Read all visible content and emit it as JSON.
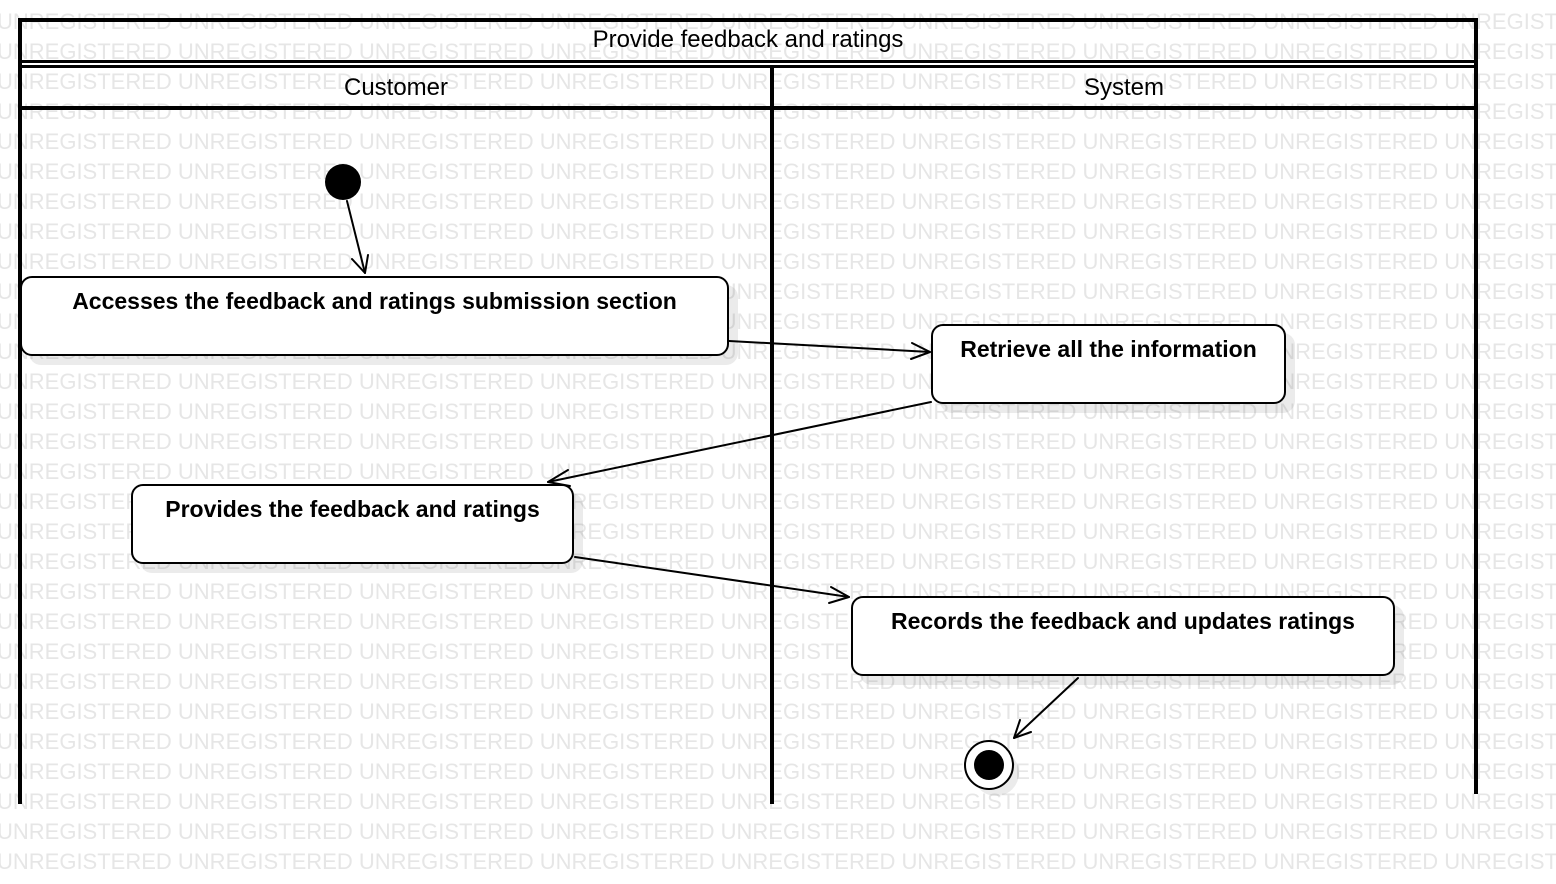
{
  "diagram": {
    "title": "Provide feedback and ratings",
    "lanes": [
      "Customer",
      "System"
    ],
    "actions": [
      {
        "id": "a1",
        "label": "Accesses the feedback and ratings submission section",
        "lane": "Customer"
      },
      {
        "id": "a2",
        "label": "Retrieve all the information",
        "lane": "System"
      },
      {
        "id": "a3",
        "label": "Provides the feedback and ratings",
        "lane": "Customer"
      },
      {
        "id": "a4",
        "label": "Records the feedback and updates ratings",
        "lane": "System"
      }
    ],
    "flows": [
      {
        "from": "initial",
        "to": "a1"
      },
      {
        "from": "a1",
        "to": "a2"
      },
      {
        "from": "a2",
        "to": "a3"
      },
      {
        "from": "a3",
        "to": "a4"
      },
      {
        "from": "a4",
        "to": "final"
      }
    ]
  },
  "watermark": {
    "text": "UNREGISTERED",
    "color": "#e6e6e6"
  }
}
